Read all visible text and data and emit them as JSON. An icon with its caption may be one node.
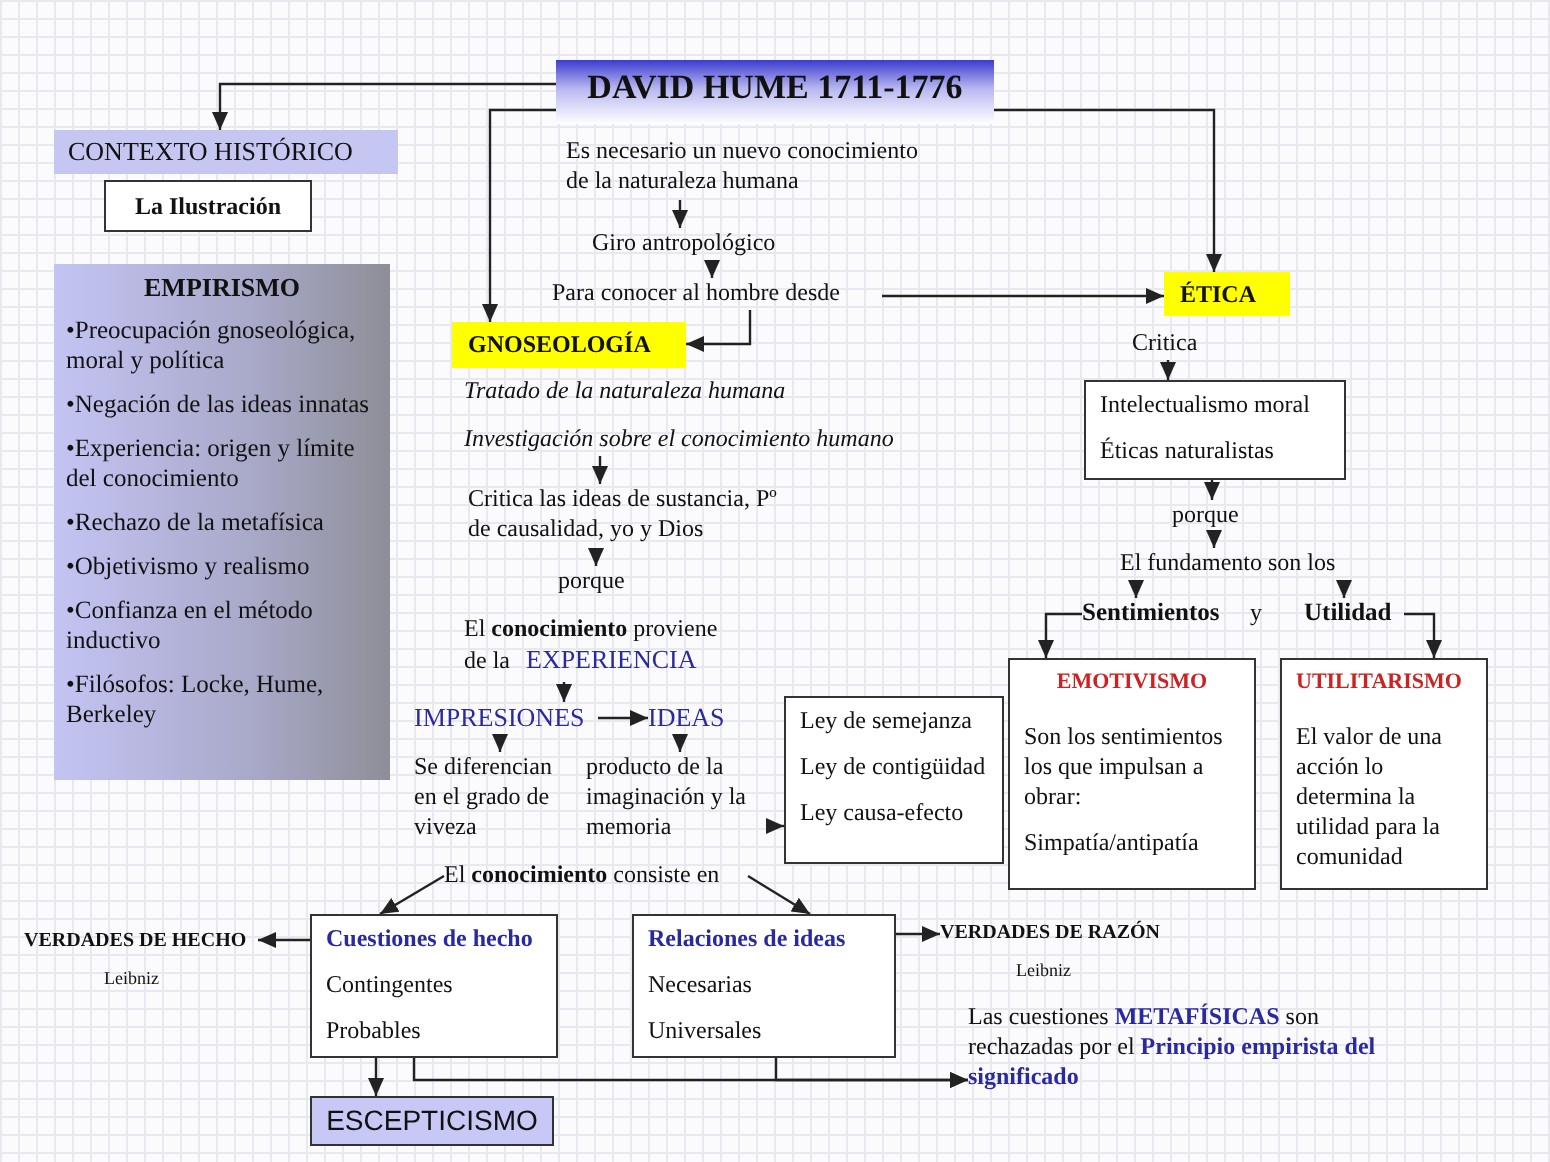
{
  "diagram": {
    "nodes": [
      {
        "text": [
          "DAVID HUME 1711-1776"
        ]
      },
      {
        "text": [
          "CONTEXTO HISTÓRICO"
        ]
      },
      {
        "text": [
          "La Ilustración"
        ]
      },
      {
        "text": [
          "EMPIRISMO",
          "•Preocupación gnoseológica, moral y política",
          "•Negación de las ideas innatas",
          "•Experiencia: origen y límite del conocimiento",
          "•Rechazo de la metafísica",
          "•Objetivismo y realismo",
          "•Confianza en el método inductivo",
          "•Filósofos: Locke, Hume, Berkeley"
        ]
      },
      {
        "text": [
          "Es necesario un nuevo conocimiento de la naturaleza humana"
        ]
      },
      {
        "text": [
          "Giro antropológico"
        ]
      },
      {
        "text": [
          "Para conocer al hombre desde"
        ]
      },
      {
        "text": [
          "GNOSEOLOGÍA"
        ]
      },
      {
        "text": [
          "ÉTICA"
        ]
      },
      {
        "text": [
          "Tratado de la naturaleza humana"
        ]
      },
      {
        "text": [
          "Investigación sobre el conocimiento humano"
        ]
      },
      {
        "text": [
          "Critica las ideas de sustancia, Pº de causalidad, yo y Dios"
        ]
      },
      {
        "text": [
          "porque"
        ]
      },
      {
        "text": [
          "El **conocimiento** proviene de la",
          "EXPERIENCIA"
        ]
      },
      {
        "text": [
          "IMPRESIONES"
        ]
      },
      {
        "text": [
          "IDEAS"
        ]
      },
      {
        "text": [
          "Se diferencian en el grado de viveza"
        ]
      },
      {
        "text": [
          "producto de la imaginación y la memoria"
        ]
      },
      {
        "text": [
          "Ley de semejanza",
          "Ley de contigüidad",
          "Ley causa-efecto"
        ]
      },
      {
        "text": [
          "El **conocimiento** consiste en"
        ]
      },
      {
        "text": [
          "Cuestiones de hecho",
          "Contingentes",
          "Probables"
        ]
      },
      {
        "text": [
          "Relaciones de ideas",
          "Necesarias",
          "Universales"
        ]
      },
      {
        "text": [
          "VERDADES DE HECHO",
          "Leibniz"
        ]
      },
      {
        "text": [
          "VERDADES DE RAZÓN",
          "Leibniz"
        ]
      },
      {
        "text": [
          "ESCEPTICISMO"
        ]
      },
      {
        "text": [
          "Las cuestiones **METAFÍSICAS** son rechazadas por el **Principio empirista del significado**"
        ]
      },
      {
        "text": [
          "Critica"
        ]
      },
      {
        "text": [
          "Intelectualismo moral",
          "Éticas naturalistas"
        ]
      },
      {
        "text": [
          "porque"
        ]
      },
      {
        "text": [
          "El fundamento son los"
        ]
      },
      {
        "text": [
          "Sentimientos"
        ]
      },
      {
        "text": [
          "Utilidad"
        ]
      },
      {
        "text": [
          "EMOTIVISMO",
          "Son los sentimientos los que impulsan a obrar:",
          "Simpatía/antipatía"
        ]
      },
      {
        "text": [
          "UTILITARISMO",
          "El valor de una acción lo determina la utilidad para la comunidad"
        ]
      }
    ],
    "edges": [
      {
        "from": 0,
        "to": 1,
        "arrow": "to"
      },
      {
        "from": 0,
        "to": 7,
        "arrow": "to"
      },
      {
        "from": 0,
        "to": 8,
        "arrow": "to"
      },
      {
        "from": 4,
        "to": 5,
        "arrow": "to"
      },
      {
        "from": 5,
        "to": 6,
        "arrow": "to"
      },
      {
        "from": 6,
        "to": 7,
        "arrow": "to"
      },
      {
        "from": 6,
        "to": 8,
        "arrow": "to"
      },
      {
        "from": 10,
        "to": 11,
        "arrow": "to"
      },
      {
        "from": 11,
        "to": 12,
        "arrow": "to"
      },
      {
        "from": 13,
        "to": 14,
        "arrow": "to"
      },
      {
        "from": 14,
        "to": 15,
        "arrow": "to"
      },
      {
        "from": 14,
        "to": 16,
        "arrow": "to"
      },
      {
        "from": 15,
        "to": 17,
        "arrow": "to"
      },
      {
        "from": 17,
        "to": 18,
        "arrow": "to"
      },
      {
        "from": 19,
        "to": 20,
        "arrow": "to"
      },
      {
        "from": 19,
        "to": 21,
        "arrow": "to"
      },
      {
        "from": 20,
        "to": 22,
        "arrow": "to"
      },
      {
        "from": 21,
        "to": 23,
        "arrow": "to"
      },
      {
        "from": 20,
        "to": 24,
        "arrow": "to"
      },
      {
        "from": 20,
        "to": 25,
        "arrow": "to"
      },
      {
        "from": 21,
        "to": 25,
        "arrow": "to"
      },
      {
        "from": 26,
        "to": 27,
        "arrow": "to"
      },
      {
        "from": 27,
        "to": 28,
        "arrow": "to"
      },
      {
        "from": 28,
        "to": 29,
        "arrow": "to"
      },
      {
        "from": 29,
        "to": 30,
        "arrow": "to"
      },
      {
        "from": 29,
        "to": 31,
        "arrow": "to"
      },
      {
        "from": 30,
        "to": 32,
        "arrow": "to"
      },
      {
        "from": 31,
        "to": 33,
        "arrow": "to"
      }
    ],
    "labels": [
      "y"
    ]
  }
}
